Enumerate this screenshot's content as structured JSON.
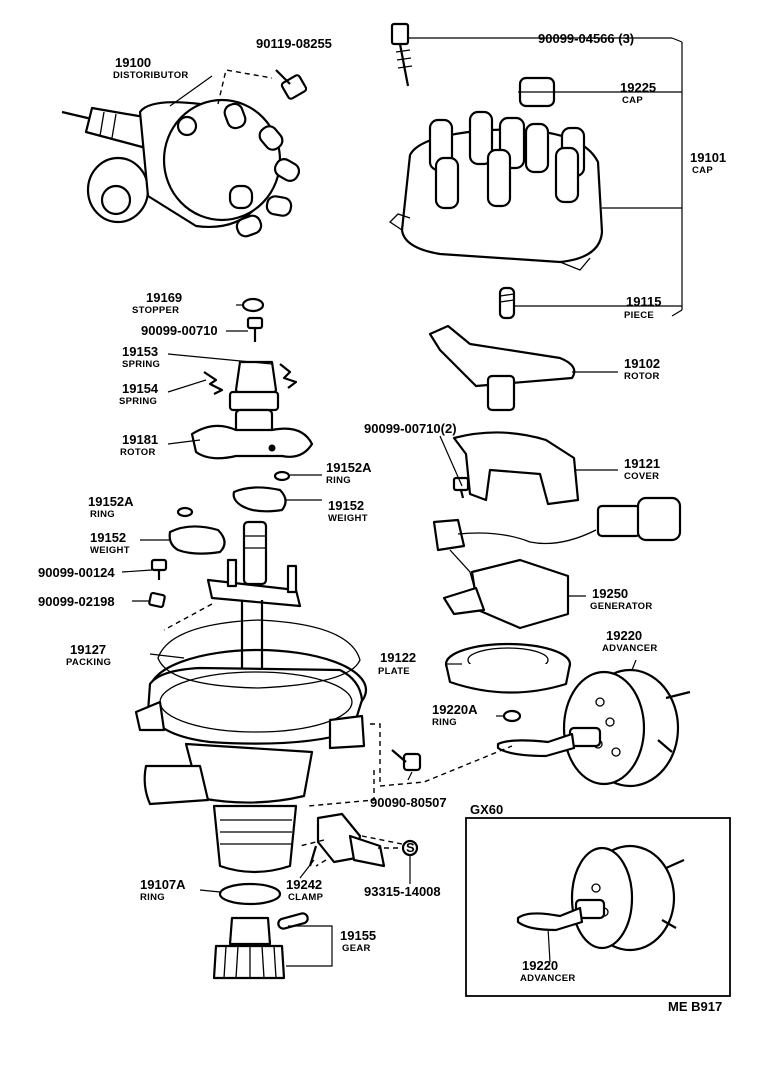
{
  "labels": {
    "distributor": {
      "num": "19100",
      "name": "DISTORIBUTOR"
    },
    "bolt_top": {
      "num": "90119-08255"
    },
    "bolt_cap": {
      "num": "90099-04566 (3)"
    },
    "cap_inner": {
      "num": "19225",
      "name": "CAP"
    },
    "cap": {
      "num": "19101",
      "name": "CAP"
    },
    "piece": {
      "num": "19115",
      "name": "PIECE"
    },
    "stopper": {
      "num": "19169",
      "name": "STOPPER"
    },
    "screw_stopper": {
      "num": "90099-00710"
    },
    "spring_a": {
      "num": "19153",
      "name": "SPRING"
    },
    "spring_b": {
      "num": "19154",
      "name": "SPRING"
    },
    "rotor_shaft": {
      "num": "19181",
      "name": "ROTOR"
    },
    "ring_right": {
      "num": "19152A",
      "name": "RING"
    },
    "ring_left": {
      "num": "19152A",
      "name": "RING"
    },
    "weight_right": {
      "num": "19152",
      "name": "WEIGHT"
    },
    "weight_left": {
      "num": "19152",
      "name": "WEIGHT"
    },
    "screw_124": {
      "num": "90099-00124"
    },
    "washer_198": {
      "num": "90099-02198"
    },
    "packing": {
      "num": "19127",
      "name": "PACKING"
    },
    "rotor": {
      "num": "19102",
      "name": "ROTOR"
    },
    "screw_cover": {
      "num": "90099-00710(2)"
    },
    "cover": {
      "num": "19121",
      "name": "COVER"
    },
    "generator": {
      "num": "19250",
      "name": "GENERATOR"
    },
    "advancer": {
      "num": "19220",
      "name": "ADVANCER"
    },
    "plate": {
      "num": "19122",
      "name": "PLATE"
    },
    "ring_advancer": {
      "num": "19220A",
      "name": "RING"
    },
    "bolt_side": {
      "num": "90090-80507"
    },
    "ring_bottom": {
      "num": "19107A",
      "name": "RING"
    },
    "clamp": {
      "num": "19242",
      "name": "CLAMP"
    },
    "bolt_clamp": {
      "num": "93315-14008"
    },
    "gear": {
      "num": "19155",
      "name": "GEAR"
    },
    "advancer_gx60": {
      "num": "19220",
      "name": "ADVANCER"
    }
  },
  "inset_title": "GX60",
  "footer_code": "ME B917"
}
